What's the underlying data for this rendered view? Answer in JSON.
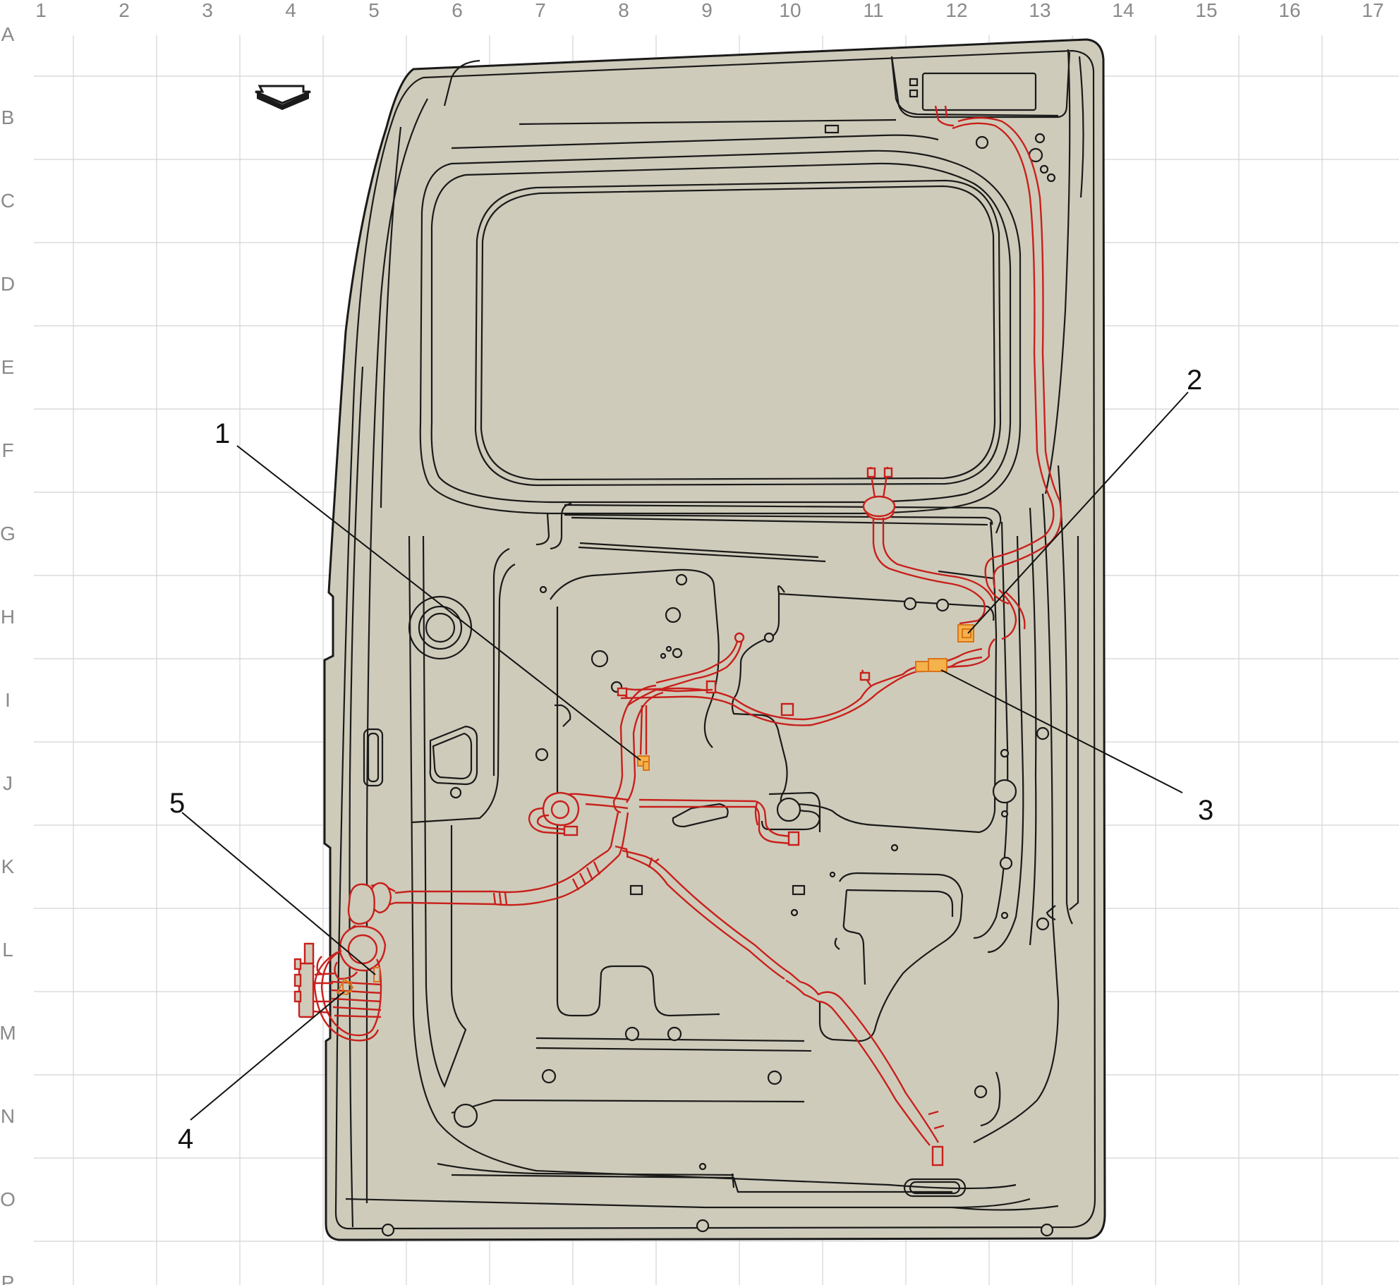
{
  "grid": {
    "columns": [
      "1",
      "2",
      "3",
      "4",
      "5",
      "6",
      "7",
      "8",
      "9",
      "10",
      "11",
      "12",
      "13",
      "14",
      "15",
      "16",
      "17"
    ],
    "rows": [
      "A",
      "B",
      "C",
      "D",
      "E",
      "F",
      "G",
      "H",
      "I",
      "J",
      "K",
      "L",
      "M",
      "N",
      "O",
      "P"
    ]
  },
  "callouts": [
    {
      "id": "1",
      "label": "1"
    },
    {
      "id": "2",
      "label": "2"
    },
    {
      "id": "3",
      "label": "3"
    },
    {
      "id": "4",
      "label": "4"
    },
    {
      "id": "5",
      "label": "5"
    }
  ],
  "icons": {
    "direction_arrow": "down-arrow-icon"
  },
  "colors": {
    "panel_fill": "#cfcbba",
    "outline": "#1a1a1a",
    "harness": "#c8201c",
    "connector": "#f5b24a",
    "grid": "#d4d4d4",
    "grid_label": "#8a8a8a"
  }
}
